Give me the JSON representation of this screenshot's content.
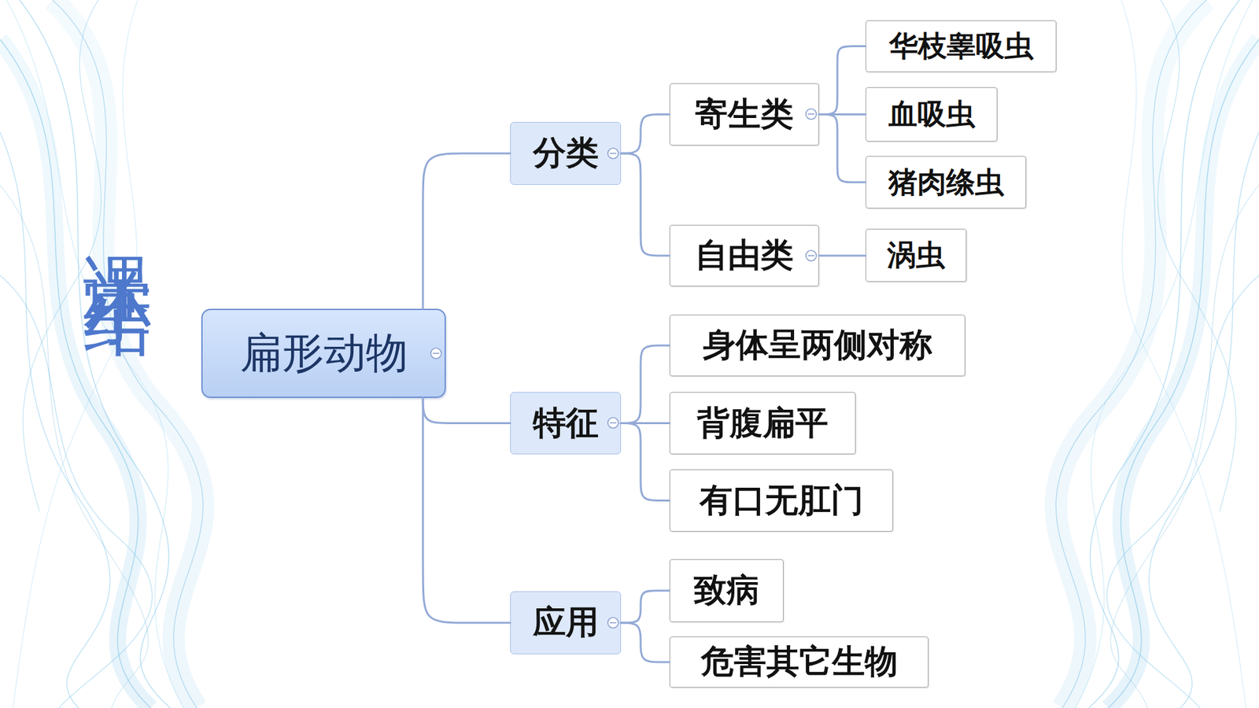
{
  "diagram": {
    "title": "课堂小结",
    "nodes": [
      {
        "text": [
          "扁形动物"
        ]
      },
      {
        "text": [
          "分类"
        ]
      },
      {
        "text": [
          "寄生类"
        ]
      },
      {
        "text": [
          "华枝睾吸虫"
        ]
      },
      {
        "text": [
          "血吸虫"
        ]
      },
      {
        "text": [
          "猪肉绦虫"
        ]
      },
      {
        "text": [
          "自由类"
        ]
      },
      {
        "text": [
          "涡虫"
        ]
      },
      {
        "text": [
          "特征"
        ]
      },
      {
        "text": [
          "身体呈两侧对称"
        ]
      },
      {
        "text": [
          "背腹扁平"
        ]
      },
      {
        "text": [
          "有口无肛门"
        ]
      },
      {
        "text": [
          "应用"
        ]
      },
      {
        "text": [
          "致病"
        ]
      },
      {
        "text": [
          "危害其它生物"
        ]
      }
    ],
    "edges": [
      {
        "from": 0,
        "to": 1,
        "arrow": "none"
      },
      {
        "from": 1,
        "to": 2,
        "arrow": "none"
      },
      {
        "from": 2,
        "to": 3,
        "arrow": "none"
      },
      {
        "from": 2,
        "to": 4,
        "arrow": "none"
      },
      {
        "from": 2,
        "to": 5,
        "arrow": "none"
      },
      {
        "from": 1,
        "to": 6,
        "arrow": "none"
      },
      {
        "from": 6,
        "to": 7,
        "arrow": "none"
      },
      {
        "from": 0,
        "to": 8,
        "arrow": "none"
      },
      {
        "from": 8,
        "to": 9,
        "arrow": "none"
      },
      {
        "from": 8,
        "to": 10,
        "arrow": "none"
      },
      {
        "from": 8,
        "to": 11,
        "arrow": "none"
      },
      {
        "from": 0,
        "to": 12,
        "arrow": "none"
      },
      {
        "from": 12,
        "to": 13,
        "arrow": "none"
      },
      {
        "from": 12,
        "to": 14,
        "arrow": "none"
      }
    ]
  }
}
